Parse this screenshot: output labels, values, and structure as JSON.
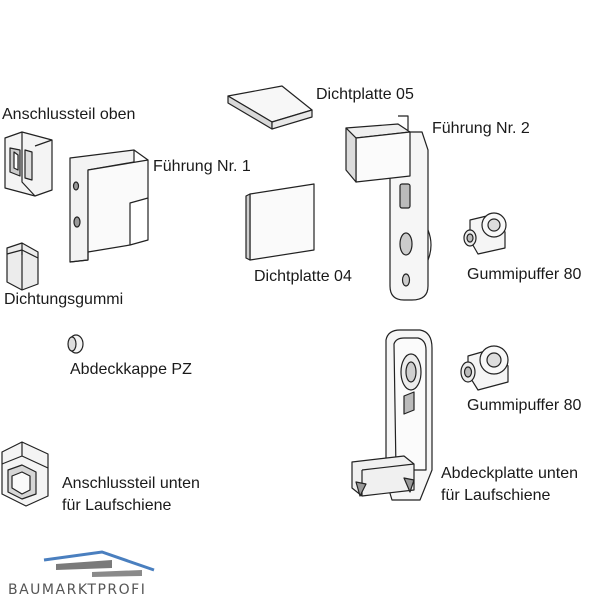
{
  "diagram": {
    "parts": [
      {
        "id": "anschlussteil-oben",
        "label": "Anschlussteil oben"
      },
      {
        "id": "dichtplatte-05",
        "label": "Dichtplatte 05"
      },
      {
        "id": "fuehrung-nr-2",
        "label": "Führung Nr. 2"
      },
      {
        "id": "fuehrung-nr-1",
        "label": "Führung Nr. 1"
      },
      {
        "id": "dichtplatte-04",
        "label": "Dichtplatte 04"
      },
      {
        "id": "gummipuffer-80-a",
        "label": "Gummipuffer 80"
      },
      {
        "id": "dichtungsgummi",
        "label": "Dichtungsgummi"
      },
      {
        "id": "abdeckkappe-pz",
        "label": "Abdeckkappe PZ"
      },
      {
        "id": "gummipuffer-80-b",
        "label": "Gummipuffer 80"
      },
      {
        "id": "anschlussteil-unten",
        "label_lines": [
          "Anschlussteil unten",
          "für Laufschiene"
        ]
      },
      {
        "id": "abdeckplatte-unten",
        "label_lines": [
          "Abdeckplatte unten",
          "für Laufschiene"
        ]
      }
    ]
  },
  "logo": {
    "text": "BAUMARKTPROFI",
    "accent_color": "#4a7fbf"
  },
  "colors": {
    "line": "#222222",
    "fill_light": "#f2f2f2",
    "fill_mid": "#d9d9d9",
    "fill_dark": "#9a9a9a"
  }
}
